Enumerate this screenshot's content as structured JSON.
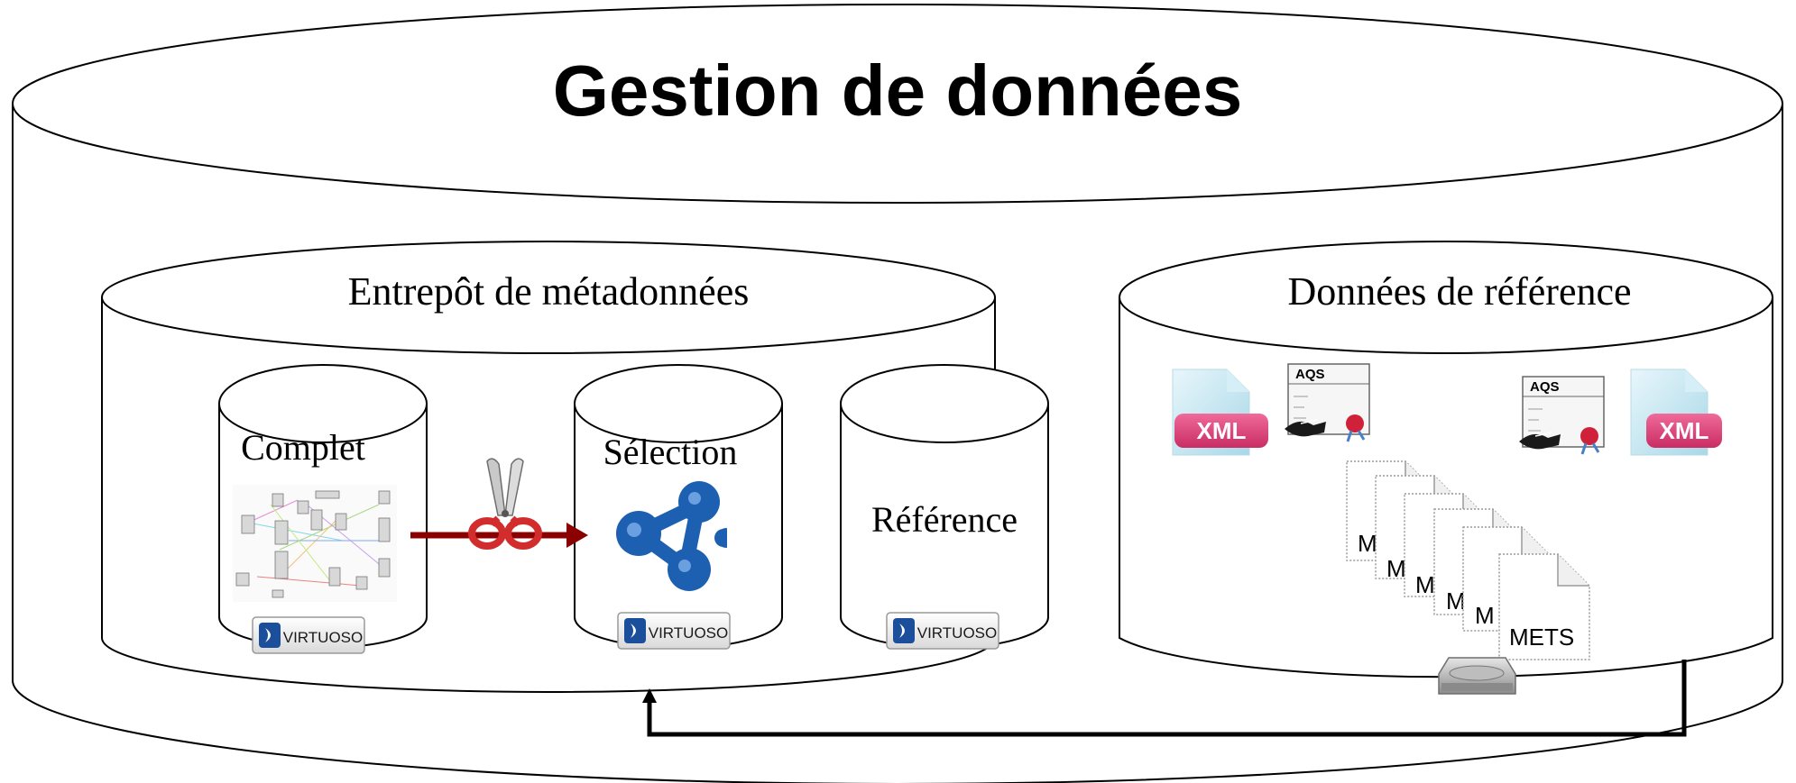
{
  "main": {
    "title": "Gestion de données"
  },
  "metadata_store": {
    "label": "Entrepôt de métadonnées",
    "databases": [
      {
        "label": "Complet",
        "badge": "VIRTUOSO"
      },
      {
        "label": "Sélection",
        "badge": "VIRTUOSO"
      },
      {
        "label": "Référence",
        "badge": "VIRTUOSO"
      }
    ]
  },
  "reference_data": {
    "label": "Données de référence",
    "xml_badge": "XML",
    "aqs_label": "AQS",
    "mets_short": "M",
    "mets_label": "METS"
  },
  "colors": {
    "stroke": "#000000",
    "arrow_red": "#8b0000",
    "xml_pink": "#e0457b",
    "doc_blue": "#bfe3ef",
    "sparql_blue": "#1d5fb0",
    "virtuoso_blue": "#1b4f9c"
  }
}
